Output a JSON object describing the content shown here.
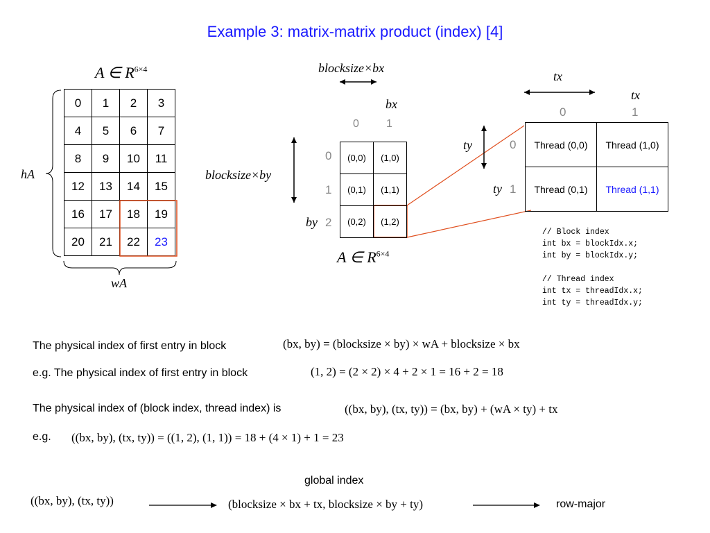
{
  "title": "Example 3: matrix-matrix product (index)      [4]",
  "matrix_a": {
    "label_base": "A ∈ R",
    "label_exp": "6×4",
    "height_label": "hA",
    "width_label": "wA",
    "rows": [
      [
        "0",
        "1",
        "2",
        "3"
      ],
      [
        "4",
        "5",
        "6",
        "7"
      ],
      [
        "8",
        "9",
        "10",
        "11"
      ],
      [
        "12",
        "13",
        "14",
        "15"
      ],
      [
        "16",
        "17",
        "18",
        "19"
      ],
      [
        "20",
        "21",
        "22",
        "23"
      ]
    ]
  },
  "block_grid": {
    "top_label": "blocksize×bx",
    "bx_label": "bx",
    "col_indices": [
      "0",
      "1"
    ],
    "row_indices": [
      "0",
      "1",
      "2"
    ],
    "side_label": "blocksize×by",
    "by_label": "by",
    "label_base": "A ∈ R",
    "label_exp": "6×4",
    "rows": [
      [
        "(0,0)",
        "(1,0)"
      ],
      [
        "(0,1)",
        "(1,1)"
      ],
      [
        "(0,2)",
        "(1,2)"
      ]
    ]
  },
  "thread_grid": {
    "tx_label_top": "tx",
    "tx_label": "tx",
    "col_indices": [
      "0",
      "1"
    ],
    "ty_label_top": "ty",
    "ty_label": "ty",
    "row_indices": [
      "0",
      "1"
    ],
    "rows": [
      [
        "Thread (0,0)",
        "Thread (1,0)"
      ],
      [
        "Thread (0,1)",
        "Thread (1,1)"
      ]
    ]
  },
  "code_lines": [
    "// Block index",
    "int bx = blockIdx.x;",
    "int by = blockIdx.y;",
    "",
    "// Thread index",
    "int tx = threadIdx.x;",
    "int ty = threadIdx.y;"
  ],
  "explanations": {
    "line1": "The physical index of first entry in block",
    "line2": "e.g. The physical index of first entry in block",
    "line3": "The physical index of (block index, thread index) is",
    "line4": "e.g."
  },
  "equations": {
    "eq1": "(bx, by) = (blocksize × by) × wA + blocksize × bx",
    "eq2": "(1, 2) = (2 × 2) × 4 + 2 × 1 = 16 + 2 = 18",
    "eq3": "((bx, by), (tx, ty)) = (bx, by) + (wA × ty) + tx",
    "eq4": "((bx, by), (tx, ty)) = ((1, 2), (1, 1)) = 18 + (4 × 1) + 1 = 23"
  },
  "mapping": {
    "global_index_label": "global index",
    "left": "((bx, by), (tx, ty))",
    "middle": "(blocksize × bx + tx,  blocksize × by + ty)",
    "right": "row-major"
  },
  "colors": {
    "title": "#1a1aff",
    "highlight": "#e05020",
    "index_gray": "#888888"
  }
}
